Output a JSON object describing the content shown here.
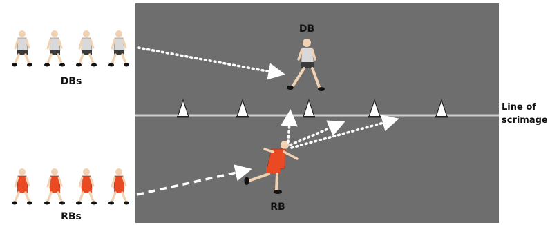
{
  "labels": {
    "db_group": "DBs",
    "db_single": "DB",
    "rb_group": "RBs",
    "rb_single": "RB",
    "line_of_scrimmage_1": "Line of",
    "line_of_scrimmage_2": "scrimage"
  },
  "colors": {
    "field": "#6e6e6e",
    "scrimmage_line": "#cfcfcf",
    "db_shirt": "#d9d9d9",
    "db_shorts": "#3a3a3a",
    "rb_jersey": "#e94a24",
    "skin": "#f1d2b3",
    "cone": "#ffffff",
    "arrow": "#ffffff"
  },
  "diagram": {
    "cone_count": 5,
    "db_waiting_count": 4,
    "rb_waiting_count": 4,
    "icons": [
      "cone-icon",
      "player-figure-icon",
      "dotted-arrow-icon",
      "dashed-arrow-icon"
    ]
  }
}
